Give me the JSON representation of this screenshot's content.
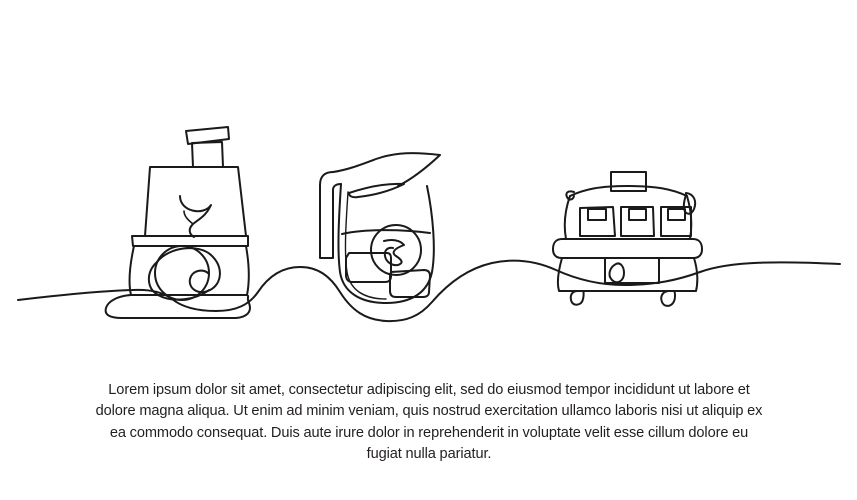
{
  "illustration": {
    "title": "Kitchen appliances one line drawing",
    "style": "continuous-single-line",
    "line_color": "#1a1a1a",
    "background_color": "#ffffff",
    "objects": [
      {
        "name": "blender",
        "label": "blender",
        "parts": [
          "lid-cap",
          "lid-knob",
          "jar",
          "blade",
          "base",
          "control-dial"
        ]
      },
      {
        "name": "pitcher",
        "label": "lemonade pitcher",
        "parts": [
          "spout",
          "handle",
          "body",
          "water-line",
          "lemon-slice",
          "ice-cube-left",
          "ice-cube-right"
        ]
      },
      {
        "name": "toaster",
        "label": "toaster",
        "parts": [
          "top-knob",
          "body",
          "slot-left",
          "slot-center",
          "slot-right",
          "lever-band",
          "drawer",
          "handle-loop",
          "foot-left",
          "foot-right"
        ]
      }
    ]
  },
  "caption": {
    "text": "Lorem ipsum dolor sit amet, consectetur adipiscing elit, sed do eiusmod tempor incididunt ut labore et dolore magna aliqua. Ut enim ad minim veniam, quis nostrud exercitation ullamco laboris nisi ut aliquip ex ea commodo consequat. Duis aute irure dolor in reprehenderit in voluptate velit esse cillum dolore eu fugiat nulla pariatur."
  }
}
